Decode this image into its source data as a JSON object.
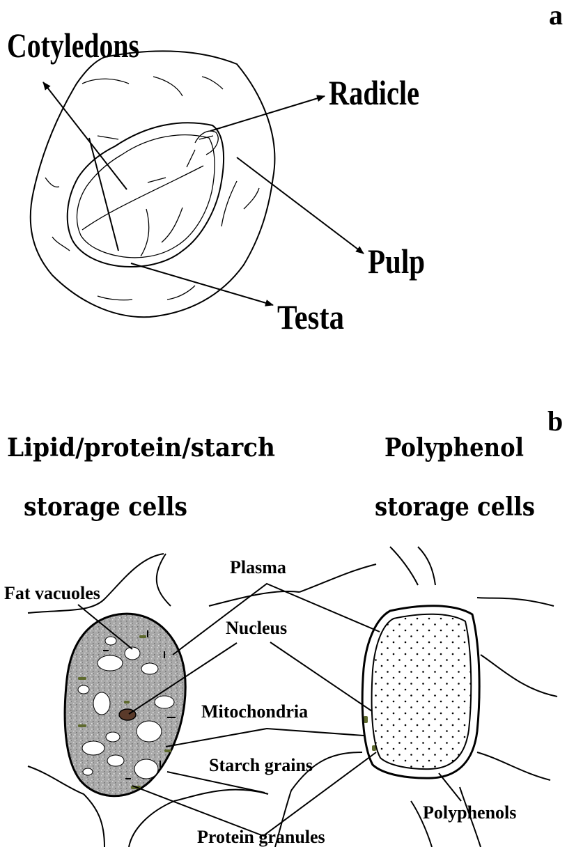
{
  "panel_a": {
    "letter": "a",
    "labels": {
      "cotyledons": "Cotyledons",
      "radicle": "Radicle",
      "pulp": "Pulp",
      "testa": "Testa"
    }
  },
  "panel_b": {
    "letter": "b",
    "heading_left_line1": "Lipid/protein/starch",
    "heading_left_line2": "storage cells",
    "heading_right_line1": "Polyphenol",
    "heading_right_line2": "storage cells",
    "labels": {
      "plasma": "Plasma",
      "fat_vacuoles": "Fat vacuoles",
      "nucleus": "Nucleus",
      "mitochondria": "Mitochondria",
      "starch_grains": "Starch grains",
      "protein_granules": "Protein granules",
      "polyphenols": "Polyphenols"
    }
  }
}
